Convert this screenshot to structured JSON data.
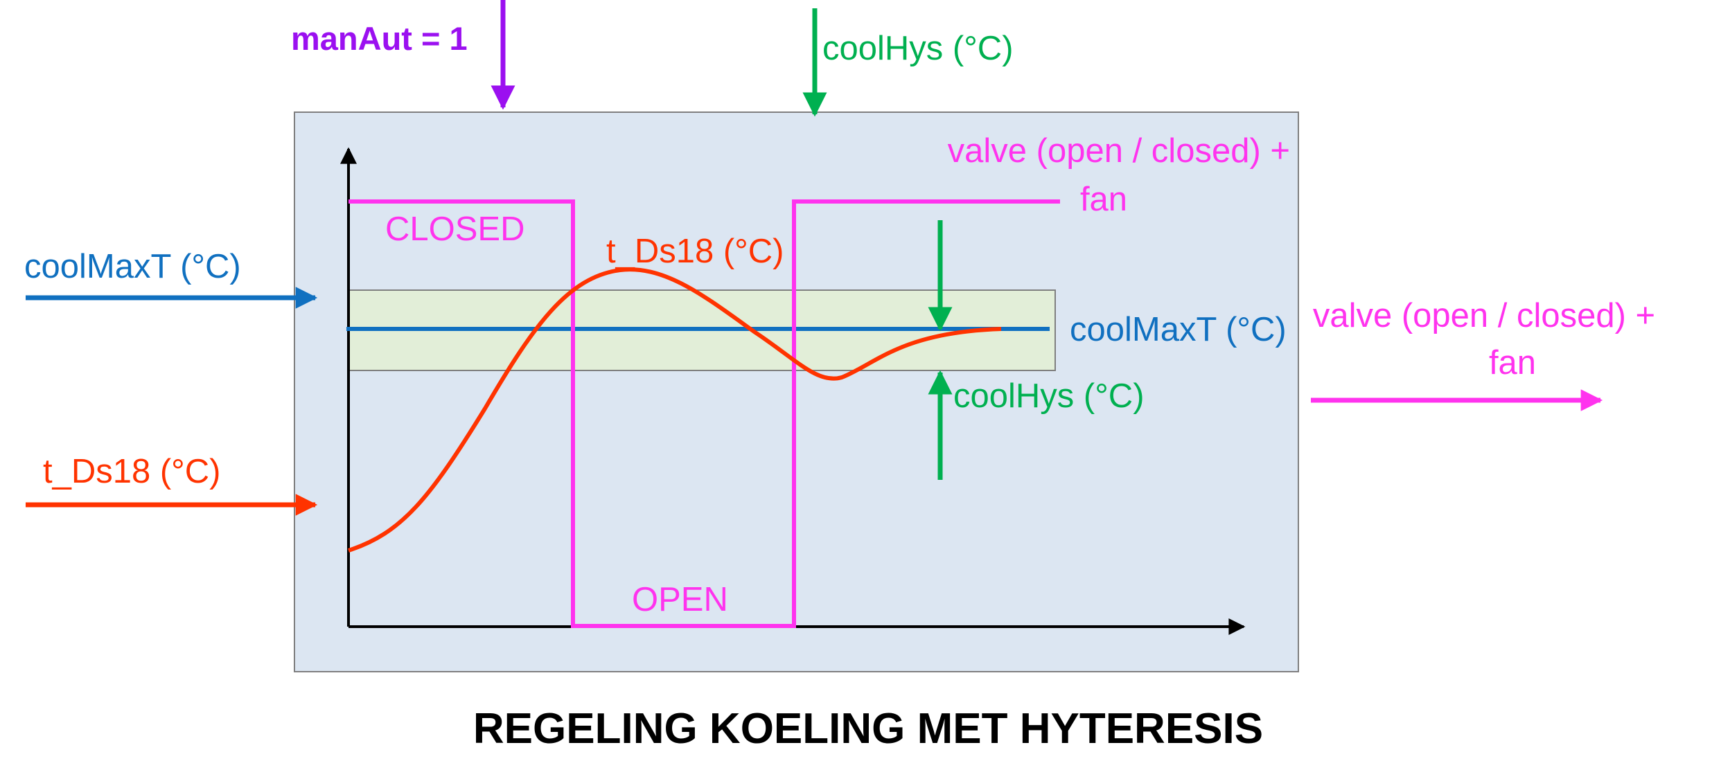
{
  "title": "REGELING KOELING MET HYTERESIS",
  "inputs": {
    "manaut": "manAut = 1",
    "coolhys_top": "coolHys (°C)",
    "coolmaxt": "coolMaxT (°C)",
    "t_ds18": "t_Ds18 (°C)"
  },
  "outputs": {
    "valve_line1": "valve (open / closed) +",
    "valve_line2": "fan"
  },
  "plot": {
    "valve_inner_line1": "valve (open / closed) +",
    "valve_inner_line2": "fan",
    "state_closed": "CLOSED",
    "state_open": "OPEN",
    "curve_label": "t_Ds18 (°C)",
    "setpoint_label": "coolMaxT (°C)",
    "hys_label": "coolHys (°C)"
  },
  "colors": {
    "purple": "#9b10f0",
    "green": "#00b050",
    "blue": "#1070c0",
    "orange": "#ff3300",
    "magenta": "#ff33ee",
    "panel": "#dce6f2",
    "band": "#e2eed8"
  }
}
